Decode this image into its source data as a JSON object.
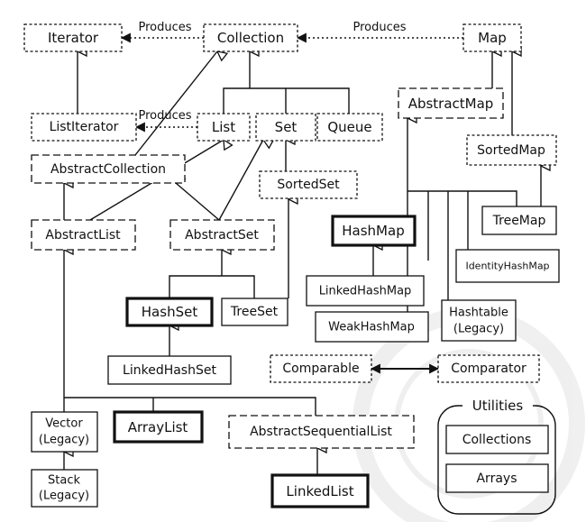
{
  "nodes": {
    "iterator": "Iterator",
    "collection": "Collection",
    "map": "Map",
    "list_iterator": "ListIterator",
    "list": "List",
    "set": "Set",
    "queue": "Queue",
    "abstract_map": "AbstractMap",
    "sorted_map": "SortedMap",
    "abstract_collection": "AbstractCollection",
    "sorted_set": "SortedSet",
    "abstract_list": "AbstractList",
    "abstract_set": "AbstractSet",
    "hash_map": "HashMap",
    "tree_map": "TreeMap",
    "identity_hash_map": "IdentityHashMap",
    "linked_hash_map": "LinkedHashMap",
    "hash_set": "HashSet",
    "tree_set": "TreeSet",
    "weak_hash_map": "WeakHashMap",
    "hashtable_line1": "Hashtable",
    "hashtable_line2": "(Legacy)",
    "linked_hash_set": "LinkedHashSet",
    "comparable": "Comparable",
    "comparator": "Comparator",
    "vector_line1": "Vector",
    "vector_line2": "(Legacy)",
    "array_list": "ArrayList",
    "abstract_sequential_list": "AbstractSequentialList",
    "stack_line1": "Stack",
    "stack_line2": "(Legacy)",
    "linked_list": "LinkedList",
    "utilities": "Utilities",
    "collections": "Collections",
    "arrays": "Arrays"
  },
  "edge_labels": {
    "produces_iterator": "Produces",
    "produces_map": "Produces",
    "produces_list_iterator": "Produces"
  }
}
